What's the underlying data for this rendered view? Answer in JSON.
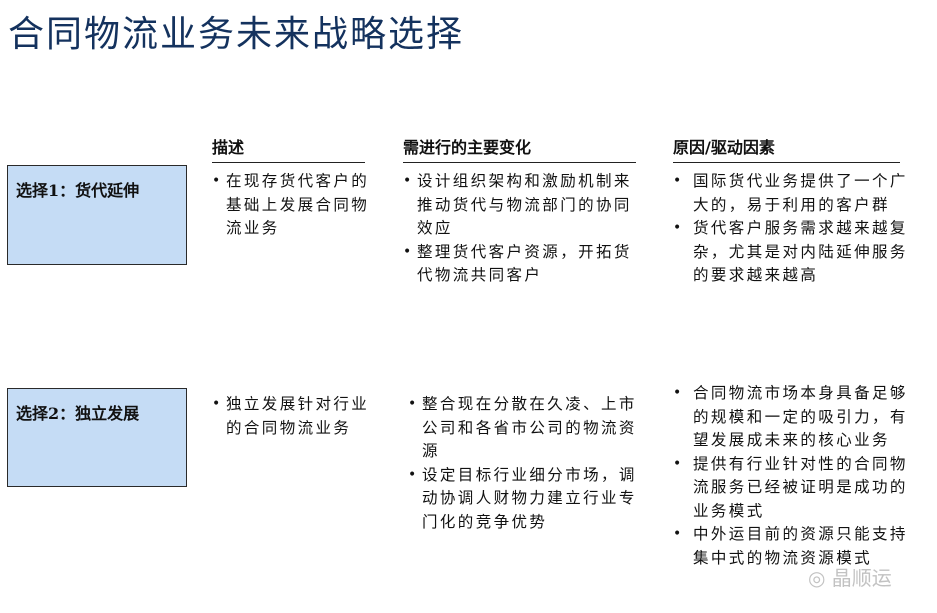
{
  "title": "合同物流业务未来战略选择",
  "columns": {
    "description": "描述",
    "changes": "需进行的主要变化",
    "drivers": "原因/驱动因素"
  },
  "options": [
    {
      "label": "选择1：货代延伸",
      "description": [
        "在现存货代客户的基础上发展合同物流业务"
      ],
      "changes": [
        "设计组织架构和激励机制来推动货代与物流部门的协同效应",
        "整理货代客户资源，开拓货代物流共同客户"
      ],
      "drivers": [
        "国际货代业务提供了一个广大的，易于利用的客户群",
        "货代客户服务需求越来越复杂，尤其是对内陆延伸服务的要求越来越高"
      ]
    },
    {
      "label": "选择2：独立发展",
      "description": [
        "独立发展针对行业的合同物流业务"
      ],
      "changes": [
        "整合现在分散在久凌、上市公司和各省市公司的物流资源",
        "设定目标行业细分市场，调动协调人财物力建立行业专门化的竞争优势"
      ],
      "drivers": [
        "合同物流市场本身具备足够的规模和一定的吸引力，有望发展成未来的核心业务",
        "提供有行业针对性的合同物流服务已经被证明是成功的业务模式",
        "中外运目前的资源只能支持集中式的物流资源模式"
      ]
    }
  ],
  "watermark": "◎ 晶顺运",
  "colors": {
    "title": "#14325e",
    "option_box_fill": "#c5dcf5"
  }
}
